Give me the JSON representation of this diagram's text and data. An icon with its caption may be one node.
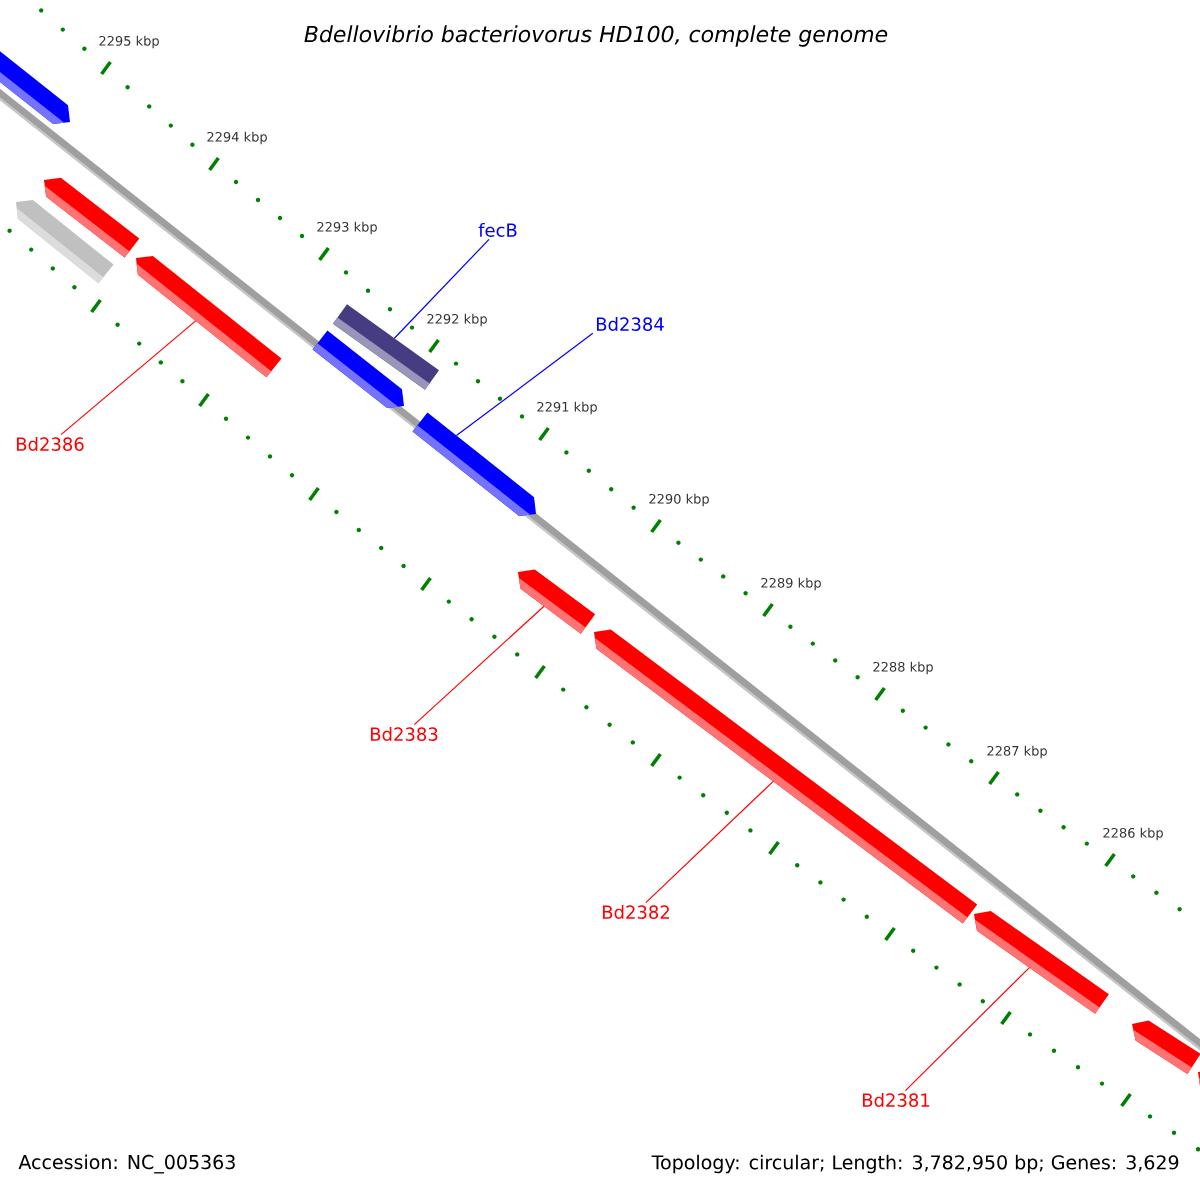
{
  "diagram": {
    "title": "Bdellovibrio bacteriovorus HD100, complete genome",
    "nodes": [
      {
        "text": [],
        "shape": "arrow"
      },
      {
        "text": [],
        "shape": "arrow"
      },
      {
        "text": [],
        "shape": "arrow"
      },
      {
        "text": [],
        "shape": "arrow"
      },
      {
        "text": [],
        "shape": "arrow"
      },
      {
        "text": [],
        "shape": "arrow"
      },
      {
        "text": [],
        "shape": "arrow"
      },
      {
        "text": [],
        "shape": "arrow"
      },
      {
        "text": [],
        "shape": "arrow"
      },
      {
        "text": [],
        "shape": "arrow"
      },
      {
        "text": [],
        "shape": "arrow"
      },
      {
        "text": [],
        "shape": "arrow"
      },
      {
        "text": [
          "fecB"
        ]
      },
      {
        "text": [
          "Bd2384"
        ]
      },
      {
        "text": [
          "Bd2386"
        ]
      },
      {
        "text": [
          "Bd2383"
        ]
      },
      {
        "text": [
          "Bd2382"
        ]
      },
      {
        "text": [
          "Bd2381"
        ]
      }
    ],
    "edges": [
      {
        "from": 12,
        "to": 4,
        "arrow": "none",
        "color": "#0000ff"
      },
      {
        "from": 13,
        "to": 6,
        "arrow": "none",
        "color": "#0000ff"
      },
      {
        "from": 14,
        "to": 3,
        "arrow": "none"
      },
      {
        "from": 15,
        "to": 7,
        "arrow": "none"
      },
      {
        "from": 16,
        "to": 8,
        "arrow": "none"
      },
      {
        "from": 17,
        "to": 9,
        "arrow": "none"
      }
    ],
    "labels": [
      "2295 kbp",
      "2294 kbp",
      "2293 kbp",
      "2292 kbp",
      "2291 kbp",
      "2290 kbp",
      "2289 kbp",
      "2288 kbp",
      "2287 kbp",
      "2286 kbp",
      "Accession: NC_005363",
      "Topology: circular; Length: 3,782,950 bp; Genes: 3,629"
    ]
  }
}
